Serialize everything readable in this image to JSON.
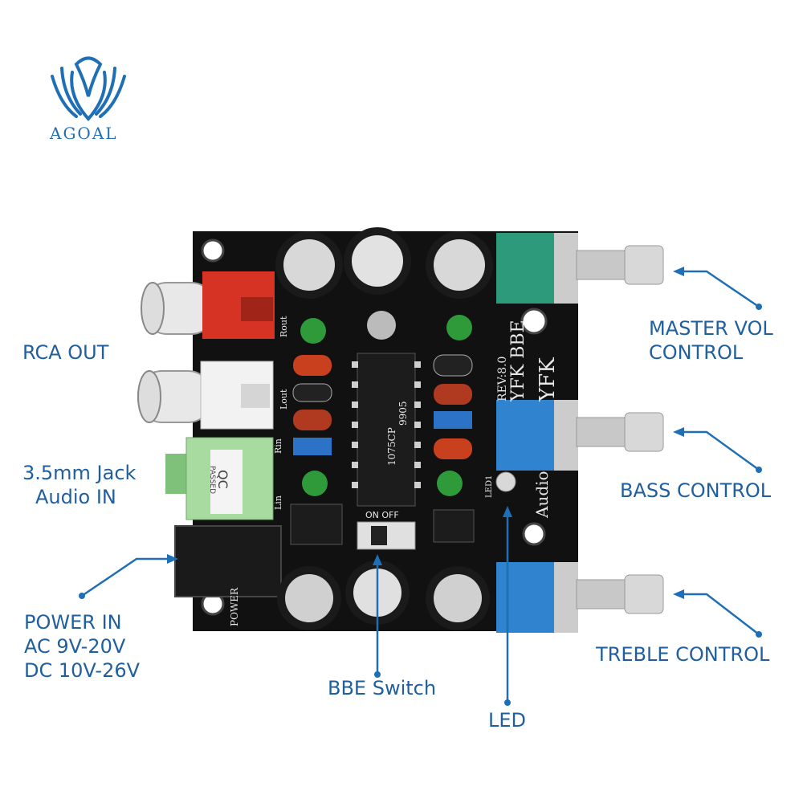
{
  "brand": {
    "name": "AGOAL",
    "color": "#1e6fb5"
  },
  "colors": {
    "callout": "#1e6fb5",
    "label_text": "#1f5f9e",
    "pcb": "#111111",
    "pcb_print": "#e8e8e8"
  },
  "labels": {
    "rca_out": "RCA OUT",
    "jack_line1": "3.5mm Jack",
    "jack_line2": "Audio IN",
    "power_line1": "POWER IN",
    "power_line2": "AC 9V-20V",
    "power_line3": "DC 10V-26V",
    "bbe_switch": "BBE Switch",
    "led": "LED",
    "master_line1": "MASTER VOL",
    "master_line2": "CONTROL",
    "bass": "BASS CONTROL",
    "treble": "TREBLE CONTROL"
  },
  "silkscreen": {
    "title": "YFK BBE",
    "rev": "REV:8.0",
    "brand": "YFK",
    "audio": "Audio",
    "power": "POWER",
    "rout": "Rout",
    "lout": "Lout",
    "rin": "Rin",
    "lin": "Lin",
    "chip_model": "1075CP",
    "chip_code": "9905",
    "switch_on_off": "ON OFF",
    "led_mark": "LED1",
    "qc": "QC",
    "qc_passed": "PASSED"
  }
}
